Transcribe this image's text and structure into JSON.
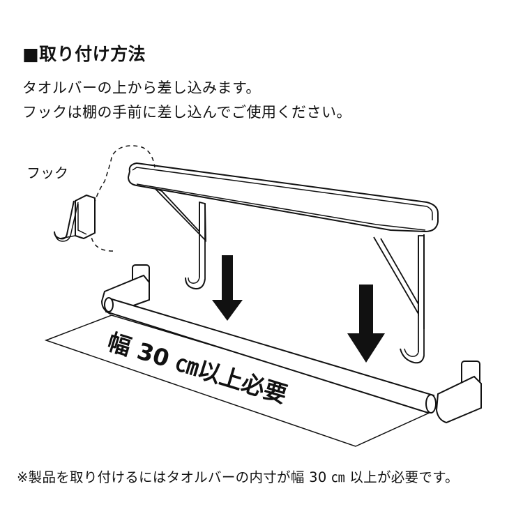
{
  "instructions": {
    "heading": "■取り付け方法",
    "line1": "タオルバーの上から差し込みます。",
    "line2": "フックは棚の手前に差し込んでご使用ください。"
  },
  "diagram": {
    "hook_label": "フック",
    "width_label": "幅 30 ㎝以上必要",
    "colors": {
      "stroke": "#111111",
      "fill": "#ffffff",
      "arrow": "#111111"
    }
  },
  "footnote": "※製品を取り付けるにはタオルバーの内寸が幅 30 ㎝ 以上が必要です。"
}
